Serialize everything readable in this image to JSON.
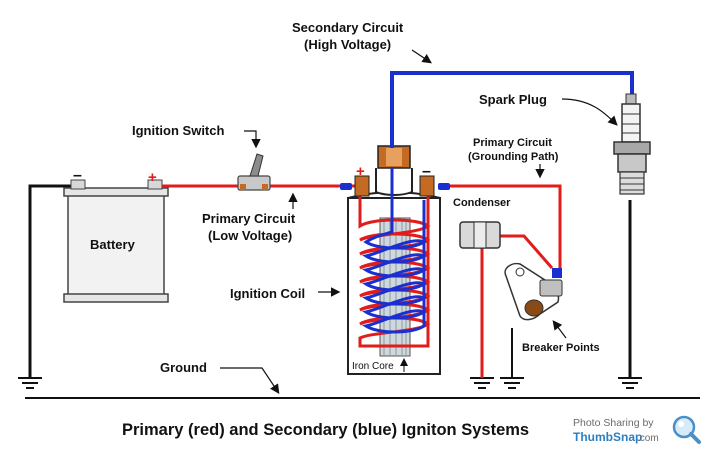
{
  "labels": {
    "secondary_circuit": "Secondary Circuit",
    "high_voltage": "(High Voltage)",
    "spark_plug": "Spark Plug",
    "ignition_switch": "Ignition Switch",
    "primary_circuit_grounding": "Primary Circuit",
    "grounding_path": "(Grounding Path)",
    "battery": "Battery",
    "primary_circuit_low": "Primary Circuit",
    "low_voltage": "(Low Voltage)",
    "condenser": "Condenser",
    "ignition_coil": "Ignition Coil",
    "breaker_points": "Breaker Points",
    "ground": "Ground",
    "iron_core": "Iron Core"
  },
  "terminals": {
    "battery_negative": "–",
    "battery_positive": "+",
    "coil_positive": "+",
    "coil_negative": "–"
  },
  "title": "Primary (red) and Secondary (blue) Igniton Systems",
  "watermark": {
    "line1": "Photo Sharing by",
    "brand": "ThumbSnap",
    "domain": ".com"
  },
  "colors": {
    "primary_wire": "#e21b1b",
    "secondary_wire": "#1a2fd0",
    "ground_wire": "#111111",
    "battery_fill": "#f2f2f2",
    "coil_metal": "#c46a22",
    "contact_metal": "#8a4a16"
  }
}
